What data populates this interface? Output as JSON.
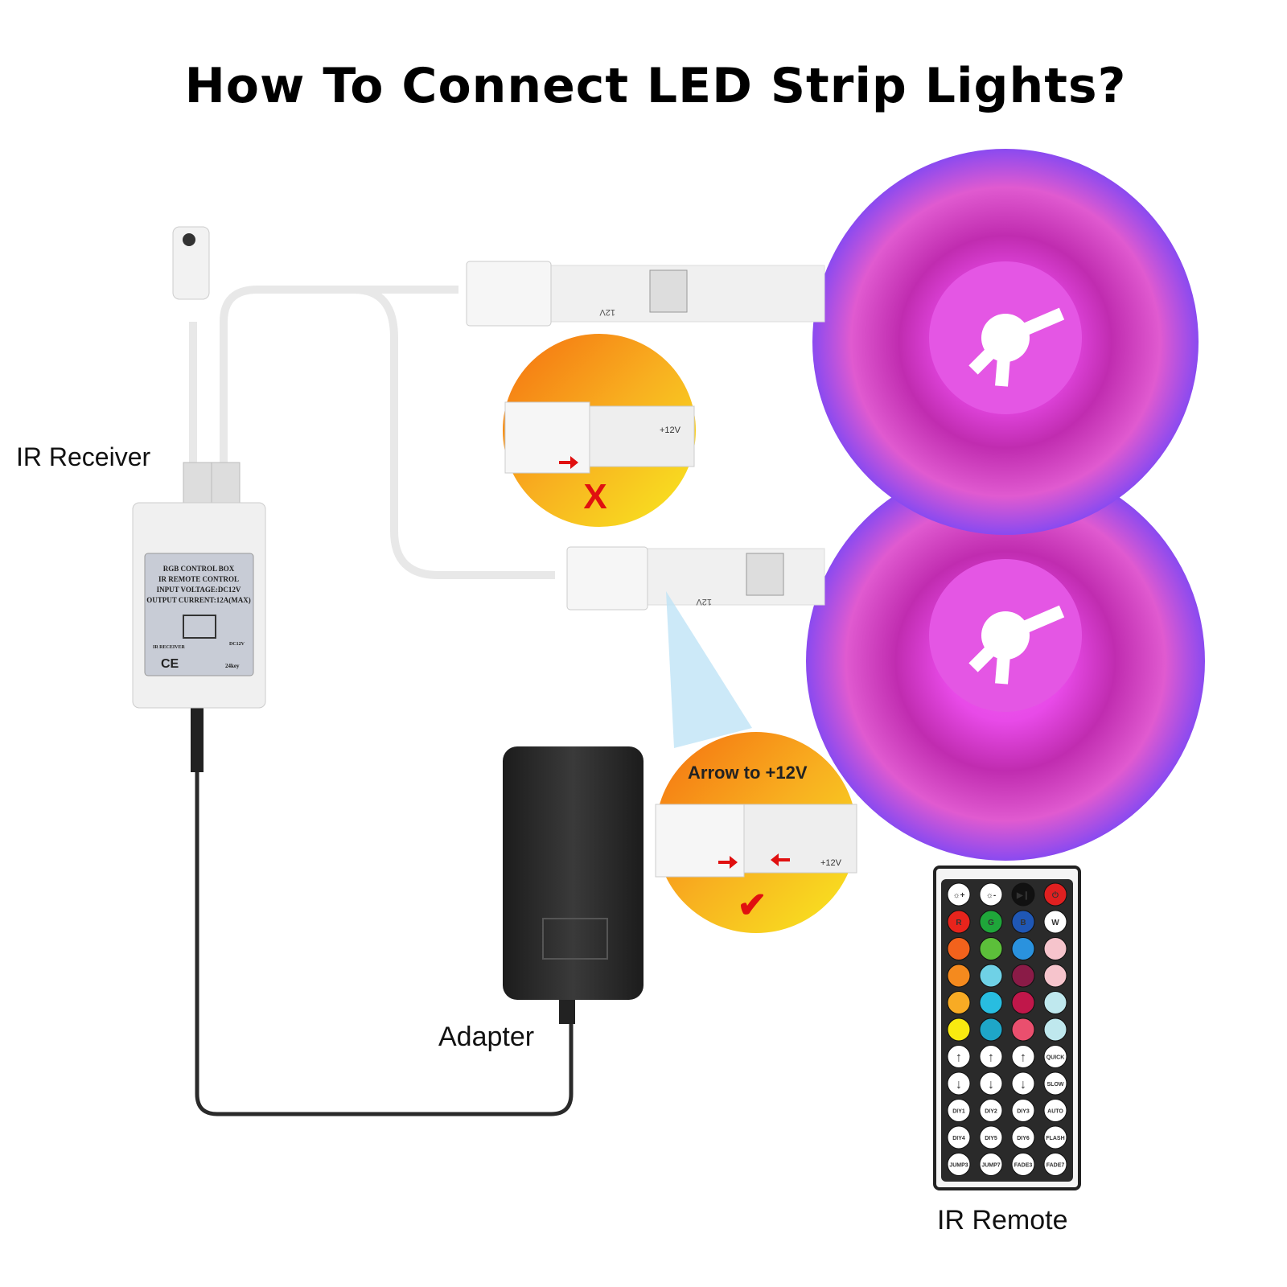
{
  "title": "How To Connect LED Strip Lights?",
  "labels": {
    "ir_receiver": "IR Receiver",
    "adapter": "Adapter",
    "ir_remote": "IR Remote"
  },
  "control_box": {
    "line1": "RGB CONTROL BOX",
    "line2": "IR REMOTE CONTROL",
    "line3": "INPUT VOLTAGE:DC12V",
    "line4": "OUTPUT CURRENT:12A(MAX)",
    "ir_receiver_mark": "IR RECEIVER",
    "dc_mark": "DC12V",
    "ce_mark": "CE",
    "key_count": "24key"
  },
  "callouts": {
    "wrong_mark": "X",
    "wrong_strip_text": "+12V",
    "right_caption": "Arrow to +12V",
    "right_strip_text": "+12V",
    "right_mark": "✔"
  },
  "strip_text": "12V",
  "remote": {
    "top_row": [
      "☼+",
      "☼-",
      "▶❙",
      "⏻"
    ],
    "color_rows": [
      [
        {
          "t": "R",
          "c": "#e8241c"
        },
        {
          "t": "G",
          "c": "#1fa63a"
        },
        {
          "t": "B",
          "c": "#1f57b5"
        },
        {
          "t": "W",
          "c": "#ffffff"
        }
      ],
      [
        {
          "t": "",
          "c": "#f2621c"
        },
        {
          "t": "",
          "c": "#5cbf3a"
        },
        {
          "t": "",
          "c": "#2a92de"
        },
        {
          "t": "",
          "c": "#f6c4cc"
        }
      ],
      [
        {
          "t": "",
          "c": "#f58a1e"
        },
        {
          "t": "",
          "c": "#6fd1e6"
        },
        {
          "t": "",
          "c": "#8a1b47"
        },
        {
          "t": "",
          "c": "#f6c4cc"
        }
      ],
      [
        {
          "t": "",
          "c": "#f8ab24"
        },
        {
          "t": "",
          "c": "#28bde0"
        },
        {
          "t": "",
          "c": "#c0174a"
        },
        {
          "t": "",
          "c": "#bfe8ee"
        }
      ],
      [
        {
          "t": "",
          "c": "#f8ea10"
        },
        {
          "t": "",
          "c": "#1ea6c8"
        },
        {
          "t": "",
          "c": "#ea4f6e"
        },
        {
          "t": "",
          "c": "#bfe8ee"
        }
      ]
    ],
    "arrow_rows": [
      [
        {
          "t": "↑",
          "c": "#e02020"
        },
        {
          "t": "↑",
          "c": "#1a9a3a"
        },
        {
          "t": "↑",
          "c": "#1a4aa8"
        },
        {
          "t": "QUICK",
          "c": "#333"
        }
      ],
      [
        {
          "t": "↓",
          "c": "#e02020"
        },
        {
          "t": "↓",
          "c": "#1a9a3a"
        },
        {
          "t": "↓",
          "c": "#1a4aa8"
        },
        {
          "t": "SLOW",
          "c": "#333"
        }
      ]
    ],
    "text_rows": [
      [
        "DIY1",
        "DIY2",
        "DIY3",
        "AUTO"
      ],
      [
        "DIY4",
        "DIY5",
        "DIY6",
        "FLASH"
      ],
      [
        "JUMP3",
        "JUMP7",
        "FADE3",
        "FADE7"
      ]
    ]
  },
  "colors": {
    "reel_pink": "#e040e0",
    "reel_purple": "#8a3ae8",
    "callout_orange": "#f58a10",
    "callout_yellow": "#f8e020",
    "adapter_black": "#2a2a2a",
    "red_mark": "#e01010"
  }
}
